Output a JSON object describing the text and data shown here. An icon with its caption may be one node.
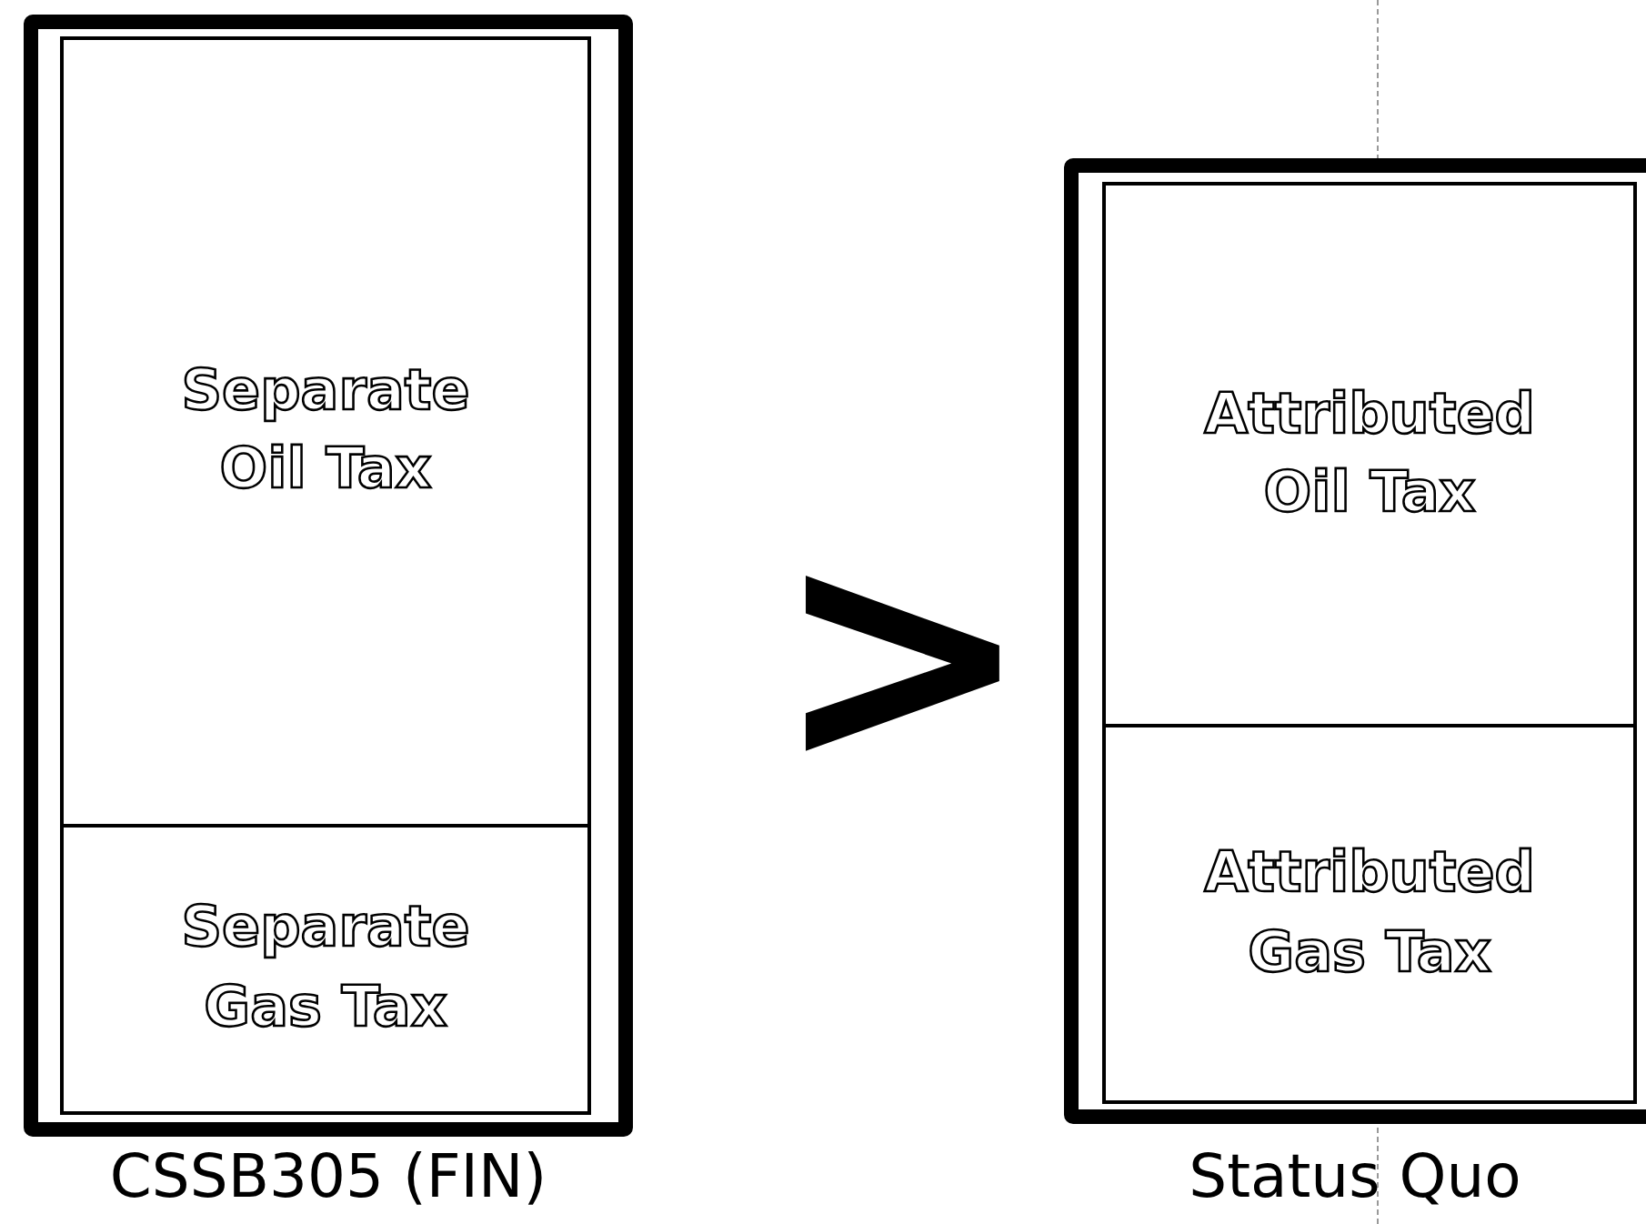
{
  "diagram": {
    "nodes": [
      {
        "text": [],
        "shape": "box",
        "beside": [
          "CSSB305 (FIN)"
        ]
      },
      {
        "text": [
          "Separate Oil Tax"
        ],
        "in": 0
      },
      {
        "text": [
          "Separate Gas Tax"
        ],
        "in": 0
      },
      {
        "text": [],
        "shape": "box",
        "beside": [
          "Status Quo"
        ]
      },
      {
        "text": [
          "Attributed Oil Tax"
        ],
        "in": 3
      },
      {
        "text": [
          "Attributed Gas Tax"
        ],
        "in": 3
      }
    ],
    "labels": [
      ">"
    ]
  }
}
